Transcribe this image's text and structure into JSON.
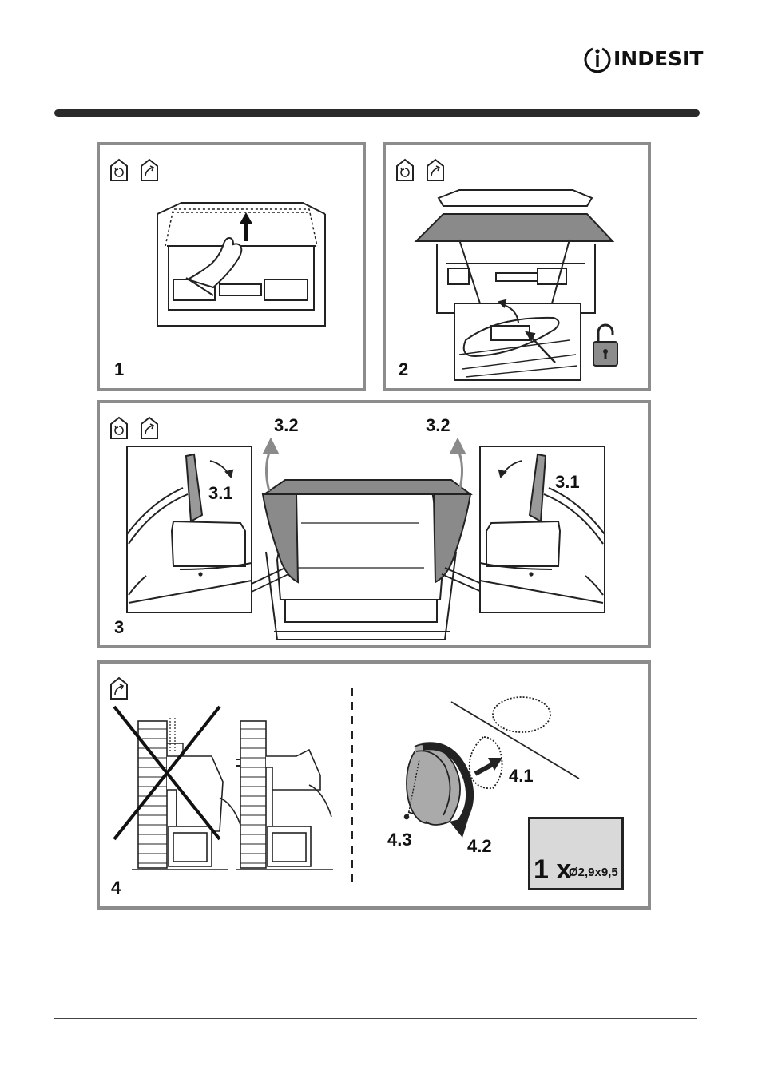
{
  "brand": {
    "name": "INDESIT"
  },
  "icons": [
    "recirculation-house-icon",
    "extraction-house-icon",
    "padlock-open-icon",
    "screw-icon"
  ],
  "panels": {
    "p1": {
      "step": "1"
    },
    "p2": {
      "step": "2"
    },
    "p3": {
      "step": "3",
      "callouts": {
        "c31_left": "3.1",
        "c31_right": "3.1",
        "c32_left": "3.2",
        "c32_right": "3.2"
      }
    },
    "p4": {
      "step": "4",
      "callouts": {
        "c41": "4.1",
        "c42": "4.2",
        "c43": "4.3"
      },
      "screw": {
        "qty": "1 x",
        "size": "Ø2,9x9,5"
      }
    }
  },
  "colors": {
    "frame": "#8c8c8c",
    "hood_shade": "#8a8a8a",
    "screw_box": "#d9d9d9"
  }
}
